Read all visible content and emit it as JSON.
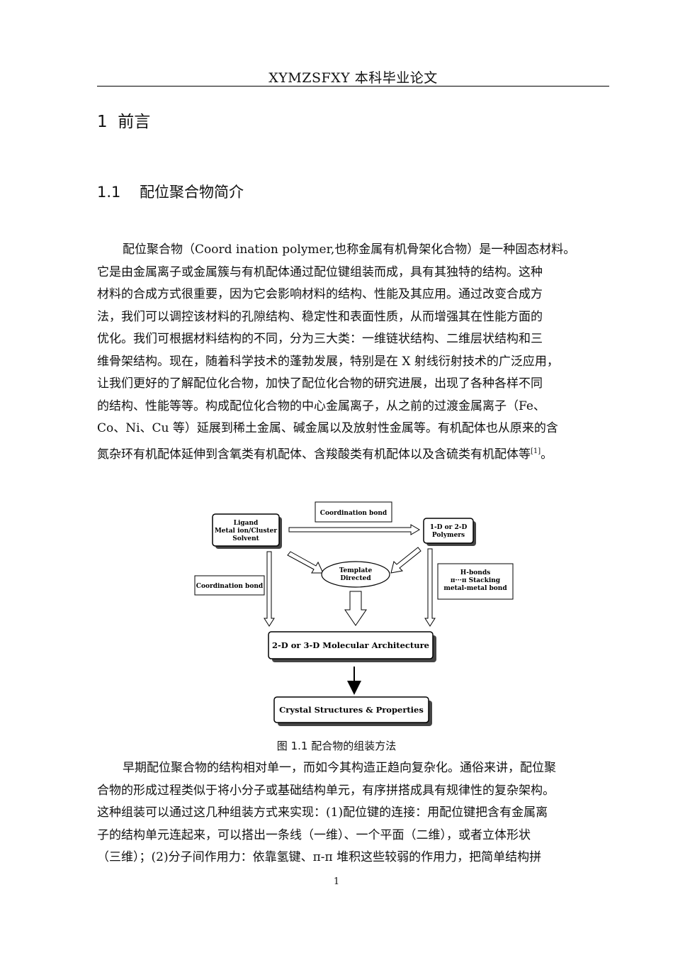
{
  "header": {
    "title": "XYMZSFXY 本科毕业论文"
  },
  "section": {
    "number": "1",
    "title": "前言"
  },
  "subsection": {
    "number": "1.1",
    "title": "配位聚合物简介"
  },
  "paragraph1": [
    "配位聚合物（Coord ination polymer,也称金属有机骨架化合物）是一种固态材料。",
    "它是由金属离子或金属簇与有机配体通过配位键组装而成，具有其独特的结构。这种",
    "材料的合成方式很重要，因为它会影响材料的结构、性能及其应用。通过改变合成方",
    "法，我们可以调控该材料的孔隙结构、稳定性和表面性质，从而增强其在性能方面的",
    "优化。我们可根据材料结构的不同，分为三大类：一维链状结构、二维层状结构和三",
    "维骨架结构。现在，随着科学技术的蓬勃发展，特别是在 X 射线衍射技术的广泛应用，",
    "让我们更好的了解配位化合物，加快了配位化合物的研究进展，出现了各种各样不同",
    "的结构、性能等等。构成配位化合物的中心金属离子，从之前的过渡金属离子（Fe、",
    "Co、Ni、Cu 等）延展到稀土金属、碱金属以及放射性金属等。有机配体也从原来的含",
    "氮杂环有机配体延伸到含氧类有机配体、含羧酸类有机配体以及含硫类有机配体等"
  ],
  "citation": "[1]",
  "paragraph1_end": "。",
  "figure": {
    "box_left": [
      "Ligand",
      "Metal ion/Cluster",
      "Solvent"
    ],
    "box_top": "Coordination bond",
    "box_right": [
      "1-D or 2-D",
      "Polymers"
    ],
    "ellipse": [
      "Template",
      "Directed"
    ],
    "box_side_left": "Coordination bond",
    "box_side_right": [
      "H-bonds",
      "π···π Stacking",
      "metal-metal bond"
    ],
    "box_mid": "2-D or 3-D Molecular Architecture",
    "box_bottom": "Crystal Structures & Properties"
  },
  "caption": "图 1.1  配合物的组装方法",
  "paragraph2": [
    "早期配位聚合物的结构相对单一，而如今其构造正趋向复杂化。通俗来讲，配位聚",
    "合物的形成过程类似于将小分子或基础结构单元，有序拼搭成具有规律性的复杂架构。",
    "这种组装可以通过这几种组装方式来实现：(1)配位键的连接：用配位键把含有金属离",
    "子的结构单元连起来，可以搭出一条线（一维）、一个平面（二维），或者立体形状",
    "（三维）；(2)分子间作用力：依靠氢键、π-π  堆积这些较弱的作用力，把简单结构拼"
  ],
  "page_number": "1"
}
